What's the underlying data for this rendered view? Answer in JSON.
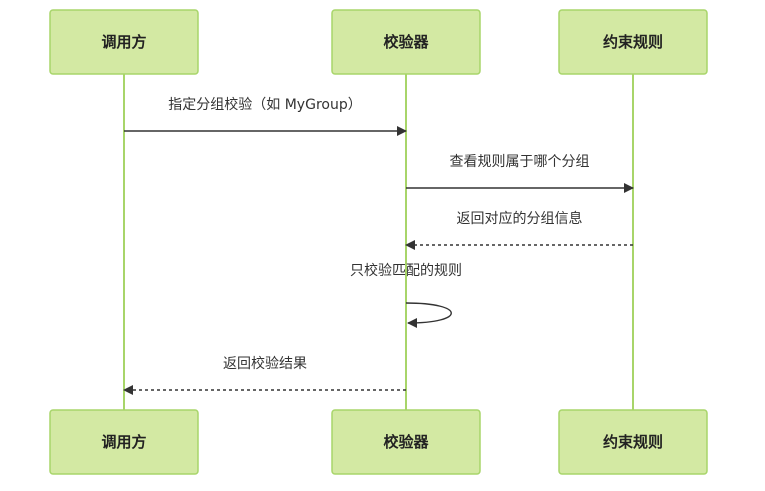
{
  "participants": [
    {
      "id": "caller",
      "label": "调用方"
    },
    {
      "id": "validator",
      "label": "校验器"
    },
    {
      "id": "rules",
      "label": "约束规则"
    }
  ],
  "messages": [
    {
      "from": "caller",
      "to": "validator",
      "label": "指定分组校验（如 MyGroup）",
      "style": "solid"
    },
    {
      "from": "validator",
      "to": "rules",
      "label": "查看规则属于哪个分组",
      "style": "solid"
    },
    {
      "from": "rules",
      "to": "validator",
      "label": "返回对应的分组信息",
      "style": "dashed"
    },
    {
      "from": "validator",
      "to": "validator",
      "label": "只校验匹配的规则",
      "style": "solid"
    },
    {
      "from": "validator",
      "to": "caller",
      "label": "返回校验结果",
      "style": "dashed"
    }
  ],
  "colors": {
    "actor_fill": "#d3e9a3",
    "actor_border": "#a8d56a",
    "lifeline": "#a8d56a",
    "arrow": "#333333",
    "text": "#333333"
  }
}
